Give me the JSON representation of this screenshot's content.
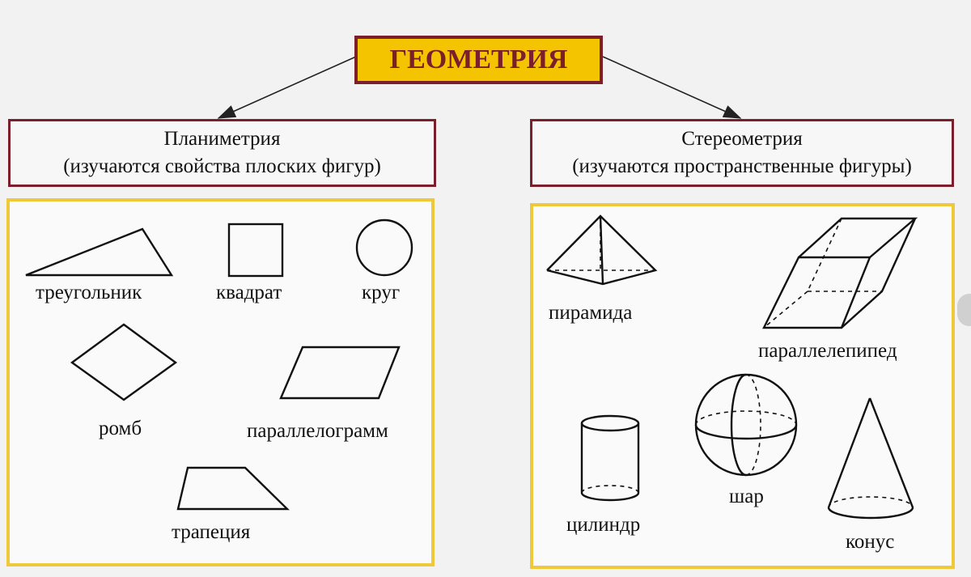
{
  "title": "ГЕОМЕТРИЯ",
  "branches": {
    "left": {
      "name": "Планиметрия",
      "description": "(изучаются свойства плоских фигур)"
    },
    "right": {
      "name": "Стереометрия",
      "description": "(изучаются пространственные фигуры)"
    }
  },
  "plane_figures": {
    "triangle": "треугольник",
    "square": "квадрат",
    "circle": "круг",
    "rhombus": "ромб",
    "parallelogram": "параллелограмм",
    "trapezoid": "трапеция"
  },
  "solid_figures": {
    "pyramid": "пирамида",
    "parallelepiped": "параллелепипед",
    "cylinder": "цилиндр",
    "sphere": "шар",
    "cone": "конус"
  },
  "colors": {
    "title_fill": "#f5c400",
    "title_border": "#7a1f2b",
    "panel_border": "#f0c93a"
  }
}
